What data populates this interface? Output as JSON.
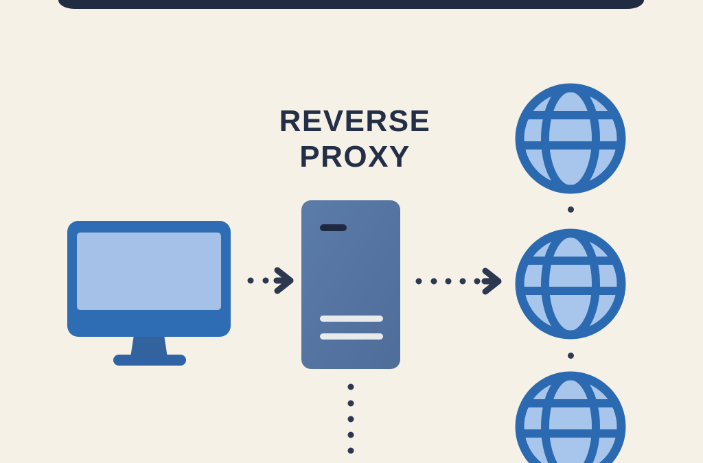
{
  "title": {
    "line1": "REVERSE",
    "line2": "PROXY"
  },
  "diagram": {
    "type": "flow-diagram",
    "subject": "reverse proxy",
    "nodes": [
      {
        "id": "client",
        "icon": "monitor-icon"
      },
      {
        "id": "reverse-proxy",
        "icon": "server-icon",
        "label": "REVERSE PROXY"
      },
      {
        "id": "backend-1",
        "icon": "globe-icon"
      },
      {
        "id": "backend-2",
        "icon": "globe-icon"
      },
      {
        "id": "backend-3",
        "icon": "globe-icon"
      }
    ],
    "edges": [
      {
        "from": "client",
        "to": "reverse-proxy",
        "style": "dotted-arrow",
        "dots": 2
      },
      {
        "from": "reverse-proxy",
        "to": "backend-2",
        "style": "dotted-arrow",
        "dots": 5
      },
      {
        "from": "reverse-proxy",
        "to": "off-canvas-bottom",
        "style": "dotted-line",
        "dots": 5
      },
      {
        "from": "backend-1",
        "to": "backend-2",
        "style": "dotted-line",
        "dots": 1
      },
      {
        "from": "backend-2",
        "to": "backend-3",
        "style": "dotted-line",
        "dots": 1
      }
    ]
  },
  "colors": {
    "background": "#f6f1e7",
    "top_bar": "#212b42",
    "title_text": "#232f47",
    "arrow": "#2c3850",
    "monitor_frame": "#2e6cb4",
    "monitor_screen": "#a5c1e7",
    "monitor_stand": "#33639f",
    "server_body": "#55739e",
    "server_vent": "#1e2940",
    "server_slot": "#e9eaec",
    "globe_ring": "#2b6ab1",
    "globe_fill": "#a8c6ec",
    "connector_dot": "#2e3a4e"
  }
}
